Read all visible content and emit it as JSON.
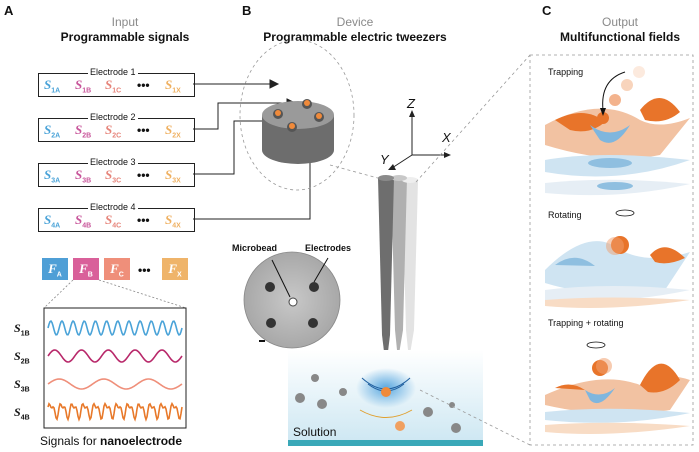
{
  "panels": {
    "a": {
      "letter": "A",
      "heading": "Input",
      "subheading": "Programmable signals"
    },
    "b": {
      "letter": "B",
      "heading": "Device",
      "subheading": "Programmable electric tweezers"
    },
    "c": {
      "letter": "C",
      "heading": "Output",
      "subheading": "Multifunctional fields"
    }
  },
  "electrodes": [
    {
      "label": "Electrode 1",
      "signals": [
        "S",
        "S",
        "S",
        "S"
      ],
      "subs": [
        "1A",
        "1B",
        "1C",
        "1X"
      ]
    },
    {
      "label": "Electrode 2",
      "signals": [
        "S",
        "S",
        "S",
        "S"
      ],
      "subs": [
        "2A",
        "2B",
        "2C",
        "2X"
      ]
    },
    {
      "label": "Electrode 3",
      "signals": [
        "S",
        "S",
        "S",
        "S"
      ],
      "subs": [
        "3A",
        "3B",
        "3C",
        "3X"
      ]
    },
    {
      "label": "Electrode 4",
      "signals": [
        "S",
        "S",
        "S",
        "S"
      ],
      "subs": [
        "4A",
        "4B",
        "4C",
        "4X"
      ]
    }
  ],
  "ellipsis": "•••",
  "functions": [
    {
      "letter": "F",
      "sub": "A",
      "color": "#4f9fd6"
    },
    {
      "letter": "F",
      "sub": "B",
      "color": "#d9609a"
    },
    {
      "letter": "F",
      "sub": "C",
      "color": "#ef8f7a"
    },
    {
      "letter": "F",
      "sub": "X",
      "color": "#efb46a"
    }
  ],
  "signal_colors": {
    "A": "#4aa3d8",
    "B": "#c8559a",
    "C": "#e6847a",
    "X": "#efb060"
  },
  "waves": [
    {
      "letter": "S",
      "sub": "1B",
      "color": "#4aa3d8"
    },
    {
      "letter": "S",
      "sub": "2B",
      "color": "#b8286a"
    },
    {
      "letter": "S",
      "sub": "3B",
      "color": "#ef8f7a"
    },
    {
      "letter": "S",
      "sub": "4B",
      "color": "#e8792a"
    }
  ],
  "signals_caption_pre": "Signals for ",
  "signals_caption_bold": "nanoelectrode",
  "device_labels": {
    "microbead": "Microbead",
    "electrodes": "Electrodes",
    "solution": "Solution",
    "axis_x": "X",
    "axis_y": "Y",
    "axis_z": "Z"
  },
  "output_labels": {
    "trapping": "Trapping",
    "rotating": "Rotating",
    "trap_rot": "Trapping + rotating"
  }
}
